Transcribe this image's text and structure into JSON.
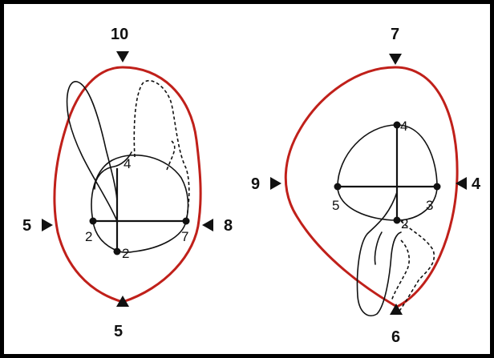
{
  "colors": {
    "frame": "#000000",
    "boundary": "#c0201a",
    "ink": "#111111"
  },
  "left_panel": {
    "edge_labels": {
      "top": "10",
      "left": "5",
      "right": "8",
      "bottom": "5"
    },
    "point_labels": {
      "p4": "4",
      "p2a": "2",
      "p2b": "2",
      "p7": "7"
    }
  },
  "right_panel": {
    "edge_labels": {
      "top": "7",
      "left": "9",
      "right": "4",
      "bottom": "6"
    },
    "point_labels": {
      "p4": "4",
      "p5": "5",
      "p3": "3",
      "p2": "2"
    }
  },
  "icons": [
    "triangle-arrow-icon",
    "dot-marker-icon"
  ]
}
